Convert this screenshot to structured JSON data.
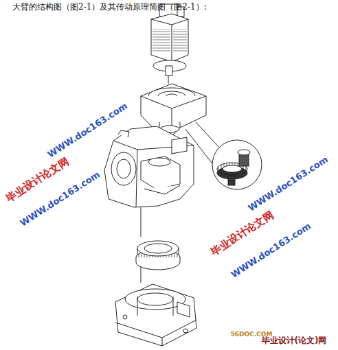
{
  "diagram": {
    "title": "大臂的结构图（图2-1）及其传动原理简图（图2-1）:",
    "labels": [
      "WWW.doc163.com",
      "毕业设计论文网",
      "WWW.doc163.com",
      "WWW.doc163.com",
      "毕业设计论文网",
      "WWW.doc163.com",
      "56DOC.COM",
      "毕业设计(论文)网"
    ]
  }
}
